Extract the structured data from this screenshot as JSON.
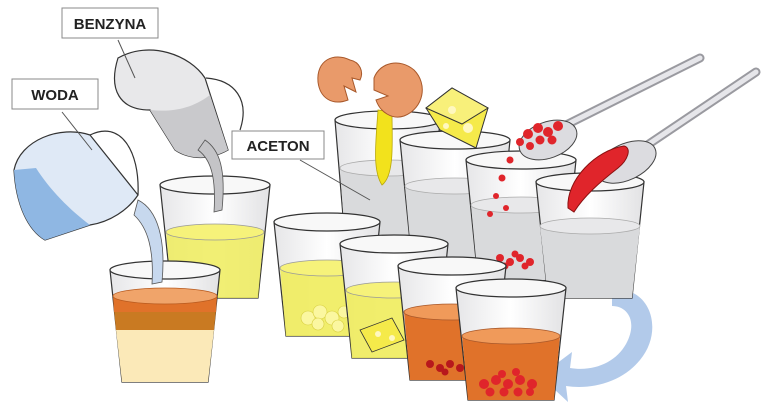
{
  "labels": {
    "benzyna": "BENZYNA",
    "woda": "WODA",
    "aceton": "ACETON"
  },
  "colors": {
    "water_jug": "#8fb7e3",
    "gasoline": "#e8e23a",
    "acetone": "#d9dadc",
    "orange_layer": "#e0722a",
    "egg_shell": "#e99a6a",
    "yolk": "#f2e21c",
    "cheese": "#f5ea4a",
    "red_pepper": "#e0252b",
    "arrow": "#aac4e8"
  },
  "icons": [
    "water-jug-icon",
    "gasoline-jug-icon",
    "eggshell-icon",
    "cheese-icon",
    "spoon-icon",
    "curved-arrow-icon"
  ]
}
